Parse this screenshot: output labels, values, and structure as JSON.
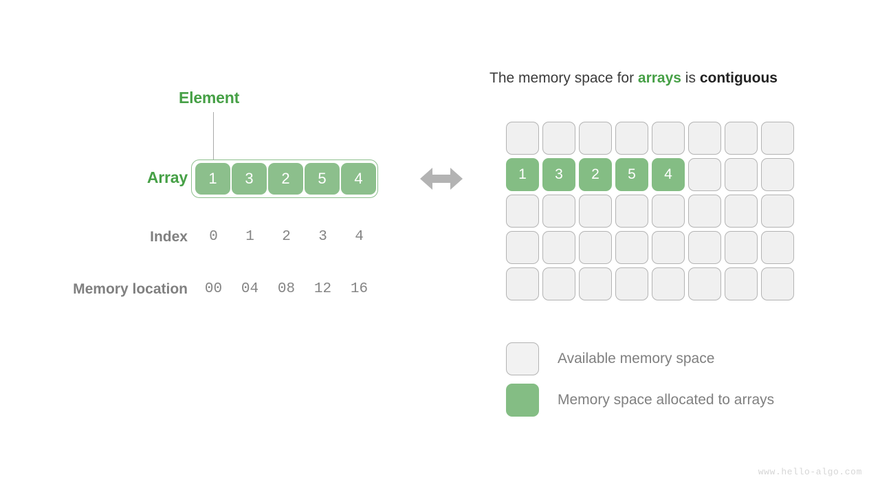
{
  "left_panel": {
    "element_label": "Element",
    "row_labels": {
      "array": "Array",
      "index": "Index",
      "memory_location": "Memory location"
    },
    "array_values": [
      "1",
      "3",
      "2",
      "5",
      "4"
    ],
    "indices": [
      "0",
      "1",
      "2",
      "3",
      "4"
    ],
    "memory_locations": [
      "00",
      "04",
      "08",
      "12",
      "16"
    ]
  },
  "center": {
    "arrow_icon": "double-headed-horizontal-arrow"
  },
  "right_panel": {
    "title": {
      "part1": "The memory space for ",
      "highlight_green": "arrays",
      "part2": " is ",
      "highlight_dark": "contiguous"
    },
    "grid": {
      "columns": 8,
      "rows": 5,
      "filled_row_index": 1,
      "filled_values": [
        "1",
        "3",
        "2",
        "5",
        "4"
      ]
    },
    "legend": [
      {
        "swatch": "empty",
        "label": "Available memory space"
      },
      {
        "swatch": "filled",
        "label": "Memory space allocated to arrays"
      }
    ]
  },
  "watermark": "www.hello-algo.com",
  "colors": {
    "green_fill": "#84bd84",
    "green_text": "#46a046",
    "gray_label": "#808080",
    "empty_cell": "#f0f0f0",
    "empty_border": "#b3b3b3",
    "arrow_gray": "#b3b3b3"
  }
}
